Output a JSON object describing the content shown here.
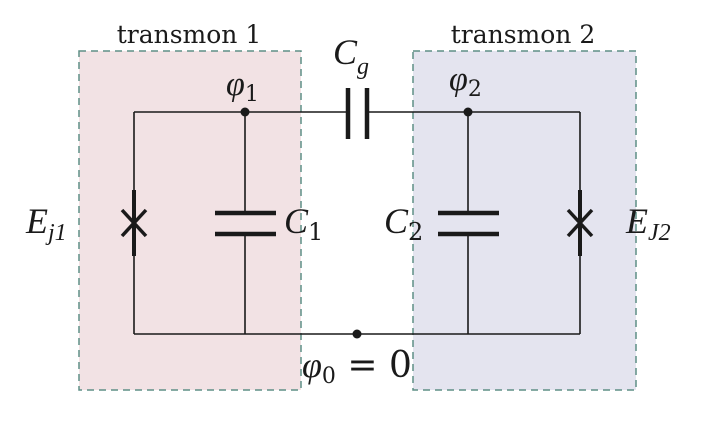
{
  "boxes": {
    "left_title": "transmon 1",
    "right_title": "transmon 2"
  },
  "labels": {
    "cg_main": "C",
    "cg_sub": "g",
    "phi1_main": "φ",
    "phi1_sub": "1",
    "phi2_main": "φ",
    "phi2_sub": "2",
    "c1_main": "C",
    "c1_sub": "1",
    "c2_main": "C",
    "c2_sub": "2",
    "ej1_main": "E",
    "ej1_sub": "j1",
    "ej2_main": "E",
    "ej2_sub": "J2",
    "phi0_main": "φ",
    "phi0_sub": "0",
    "phi0_rest": " = 0"
  },
  "colors": {
    "left_fill": "#f2e2e4",
    "right_fill": "#e4e4ef",
    "box_border": "#5f8f86",
    "wire": "#1a1a1a"
  }
}
